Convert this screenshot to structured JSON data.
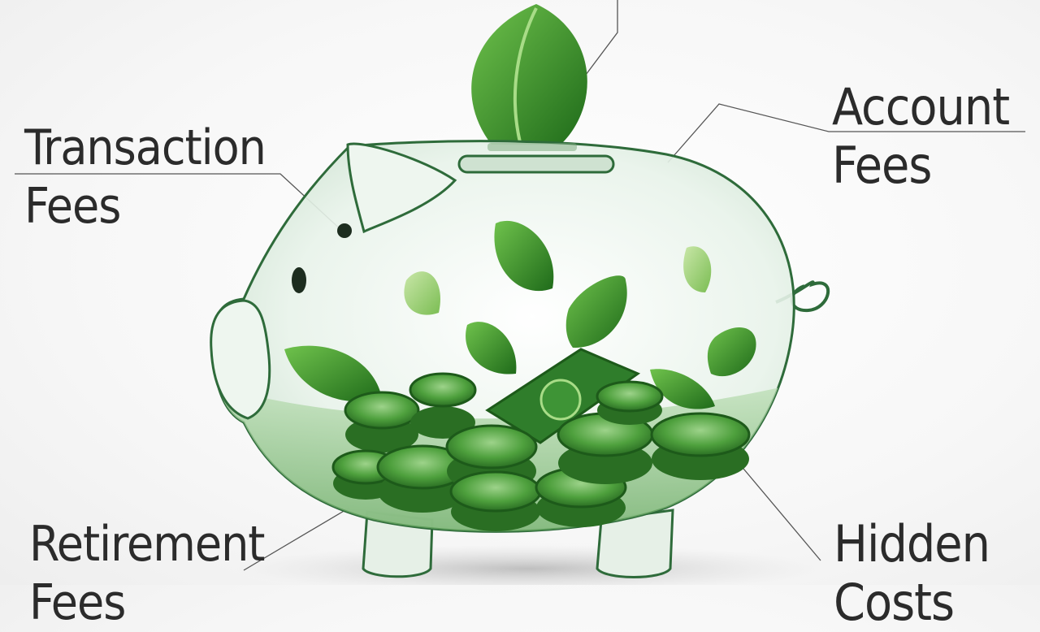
{
  "labels": {
    "transaction_fees": {
      "line1": "Transaction",
      "line2": "Fees"
    },
    "account_fees": {
      "line1": "Account",
      "line2": "Fees"
    },
    "retirement_fees": {
      "line1": "Retirement",
      "line2": "Fees"
    },
    "hidden_costs": {
      "line1": "Hidden",
      "line2": "Costs"
    }
  },
  "colors": {
    "leaf_dark": "#2e7d1f",
    "leaf_light": "#6cc04a",
    "coin": "#2f7d2b",
    "glass_edge": "#2e6b3a",
    "text": "#2b2b2b"
  },
  "icons": [
    "piggy-bank-icon",
    "leaf-icon",
    "coin-icon",
    "banknote-icon"
  ]
}
